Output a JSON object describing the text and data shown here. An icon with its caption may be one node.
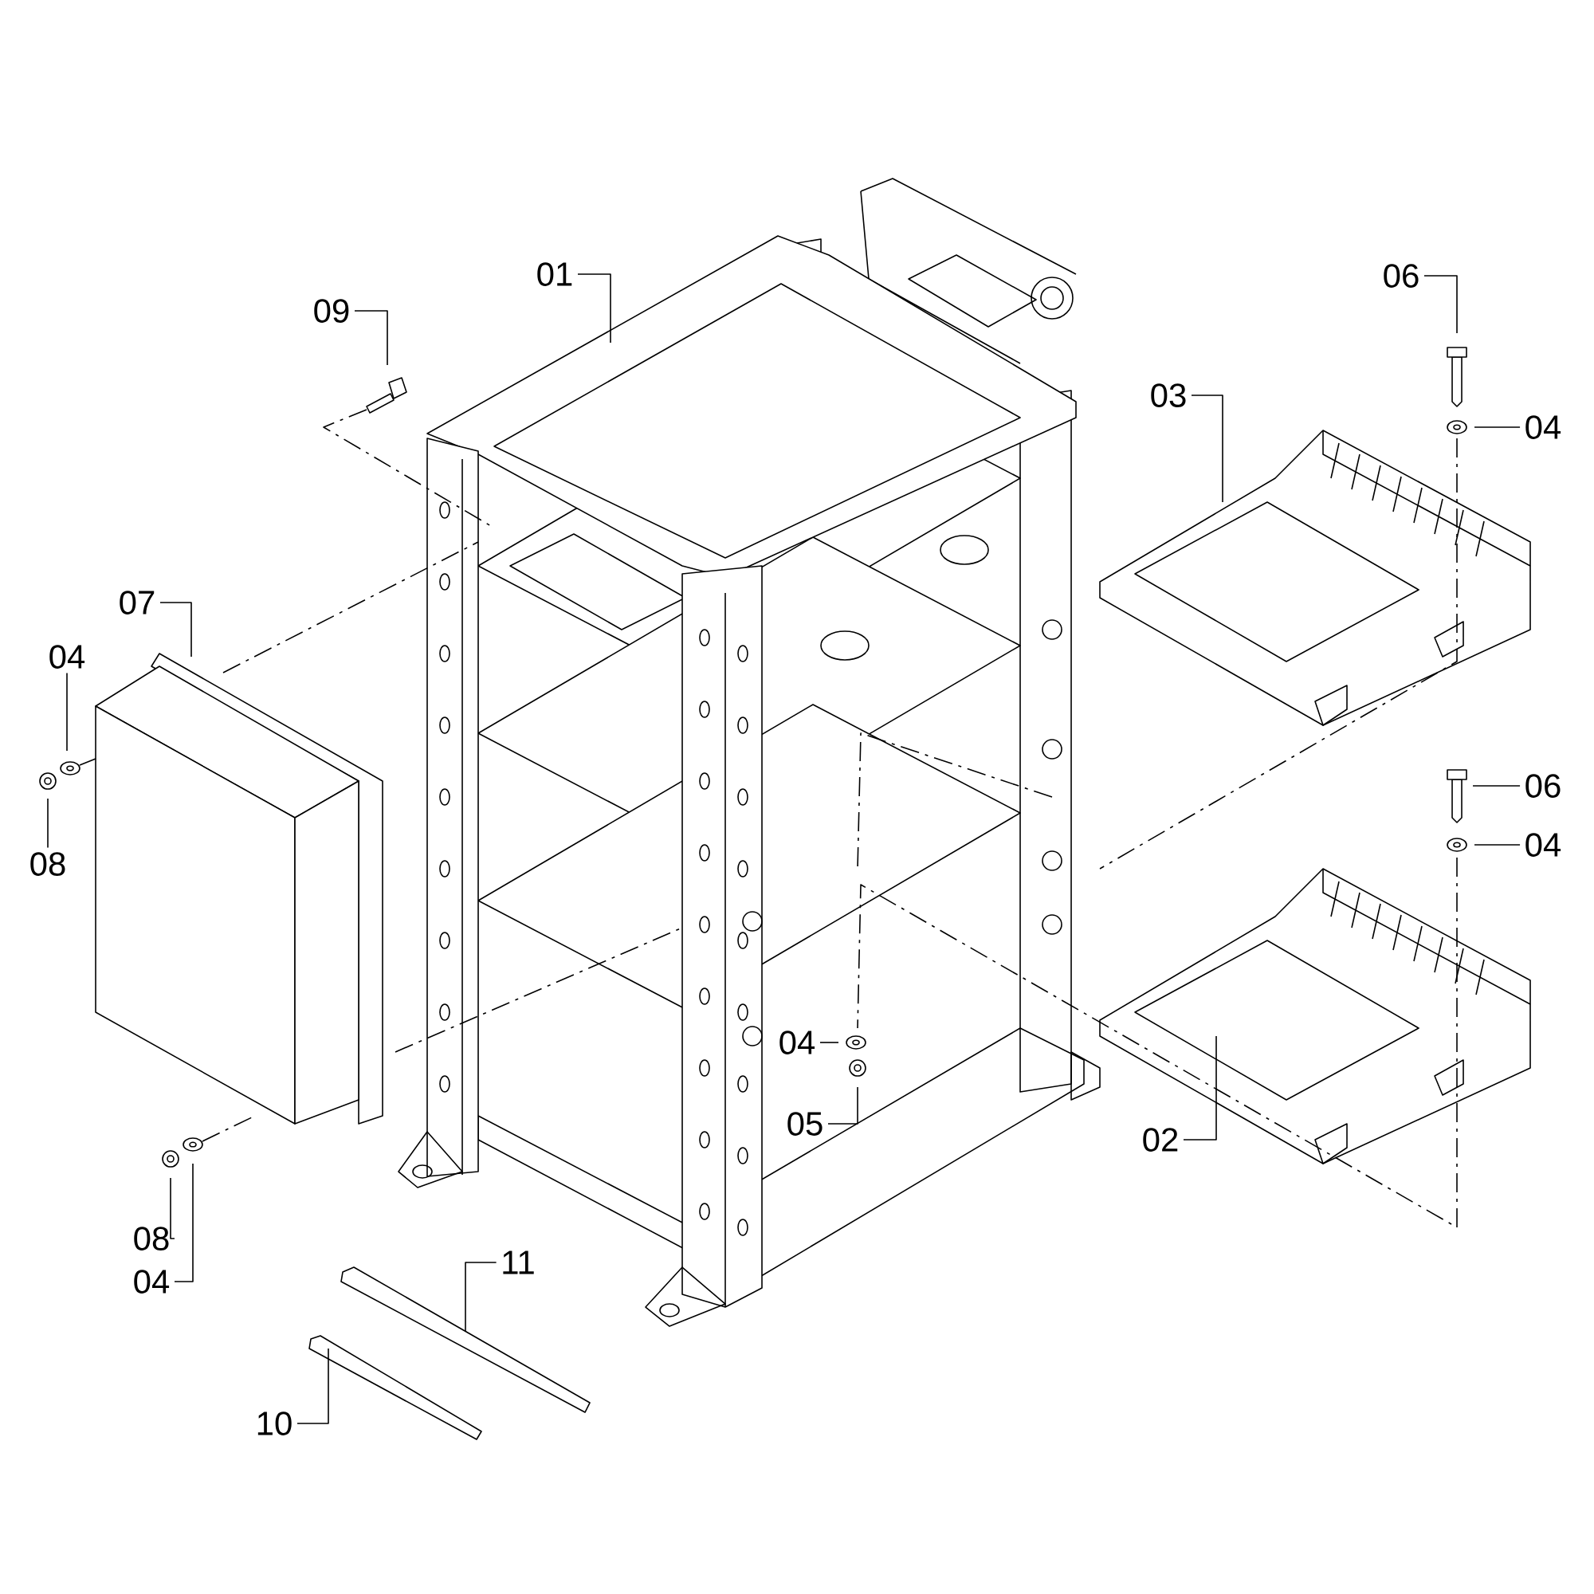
{
  "diagram": {
    "nodes": [
      {
        "text": [
          "01"
        ]
      },
      {
        "text": [
          "06"
        ]
      },
      {
        "text": [
          "09"
        ]
      },
      {
        "text": [
          "03"
        ]
      },
      {
        "text": [
          "04"
        ]
      },
      {
        "text": [
          "07"
        ]
      },
      {
        "text": [
          "04"
        ]
      },
      {
        "text": [
          "06"
        ]
      },
      {
        "text": [
          "04"
        ]
      },
      {
        "text": [
          "08"
        ]
      },
      {
        "text": [
          "04"
        ]
      },
      {
        "text": [
          "05"
        ]
      },
      {
        "text": [
          "02"
        ]
      },
      {
        "text": [
          "08"
        ]
      },
      {
        "text": [
          "11"
        ]
      },
      {
        "text": [
          "04"
        ]
      },
      {
        "text": [
          "10"
        ]
      }
    ],
    "edges": [
      {
        "from": 0,
        "to": null,
        "arrow": "none"
      },
      {
        "from": 1,
        "to": null,
        "arrow": "none"
      },
      {
        "from": 2,
        "to": null,
        "arrow": "none"
      },
      {
        "from": 3,
        "to": null,
        "arrow": "none"
      },
      {
        "from": 4,
        "to": null,
        "arrow": "none"
      },
      {
        "from": 5,
        "to": null,
        "arrow": "none"
      },
      {
        "from": 6,
        "to": null,
        "arrow": "none"
      },
      {
        "from": 7,
        "to": null,
        "arrow": "none"
      },
      {
        "from": 8,
        "to": null,
        "arrow": "none"
      },
      {
        "from": 9,
        "to": null,
        "arrow": "none"
      },
      {
        "from": 10,
        "to": null,
        "arrow": "none"
      },
      {
        "from": 11,
        "to": null,
        "arrow": "none"
      },
      {
        "from": 12,
        "to": null,
        "arrow": "none"
      },
      {
        "from": 13,
        "to": null,
        "arrow": "none"
      },
      {
        "from": 14,
        "to": null,
        "arrow": "none"
      },
      {
        "from": 15,
        "to": null,
        "arrow": "none"
      },
      {
        "from": 16,
        "to": null,
        "arrow": "none"
      }
    ]
  }
}
